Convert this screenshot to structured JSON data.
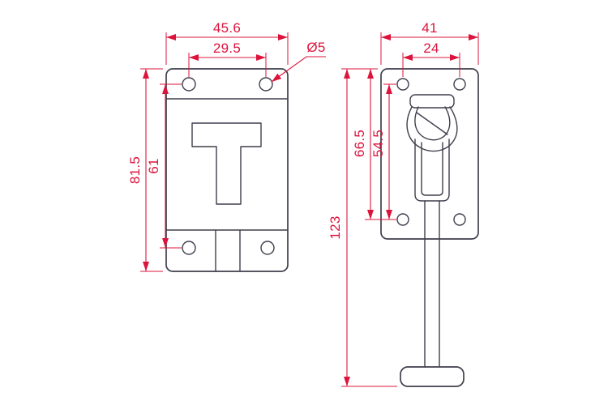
{
  "drawing": {
    "type": "technical-dimension-drawing",
    "part": "t-style-door-holder",
    "colors": {
      "outline": "#3f3f4c",
      "dimension": "#dc143c",
      "background": "#ffffff"
    },
    "front_view": {
      "overall_width": "45.6",
      "hole_spacing_width": "29.5",
      "hole_diameter": "Ø5",
      "overall_height": "81.5",
      "hole_spacing_height": "61"
    },
    "side_view": {
      "overall_width": "41",
      "hole_spacing_width": "24",
      "top_to_lower_hole": "66.5",
      "hole_spacing_height": "54.5",
      "overall_height": "123"
    }
  }
}
